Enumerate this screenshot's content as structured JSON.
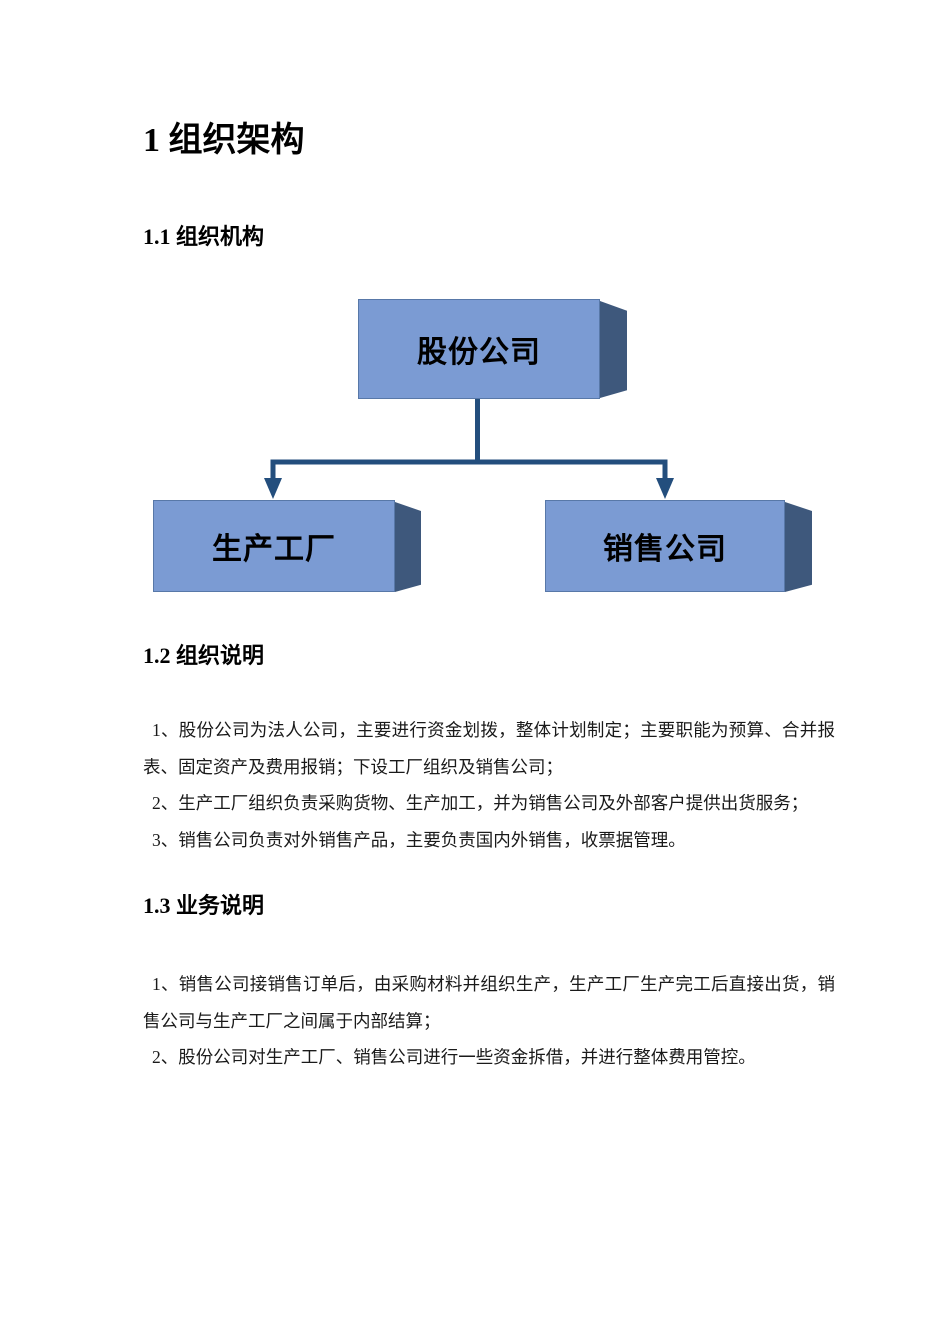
{
  "page": {
    "title": "1 组织架构",
    "sections": {
      "s1": {
        "heading": "1.1 组织机构"
      },
      "s2": {
        "heading": "1.2 组织说明",
        "paragraphs": [
          "1、股份公司为法人公司，主要进行资金划拨，整体计划制定；主要职能为预算、合并报表、固定资产及费用报销；下设工厂组织及销售公司；",
          "2、生产工厂组织负责采购货物、生产加工，并为销售公司及外部客户提供出货服务；",
          "3、销售公司负责对外销售产品，主要负责国内外销售，收票据管理。"
        ]
      },
      "s3": {
        "heading": "1.3 业务说明",
        "paragraphs": [
          "1、销售公司接销售订单后，由采购材料并组织生产，生产工厂生产完工后直接出货，销售公司与生产工厂之间属于内部结算；",
          "2、股份公司对生产工厂、销售公司进行一些资金拆借，并进行整体费用管控。"
        ]
      }
    }
  },
  "org_chart": {
    "type": "org-tree",
    "root": {
      "label": "股份公司"
    },
    "children": [
      {
        "label": "生产工厂"
      },
      {
        "label": "销售公司"
      }
    ],
    "colors": {
      "box_face": "#7B9BD3",
      "box_side": "#3E587C",
      "box_border": "#5878A8",
      "connector": "#234E7D"
    }
  }
}
